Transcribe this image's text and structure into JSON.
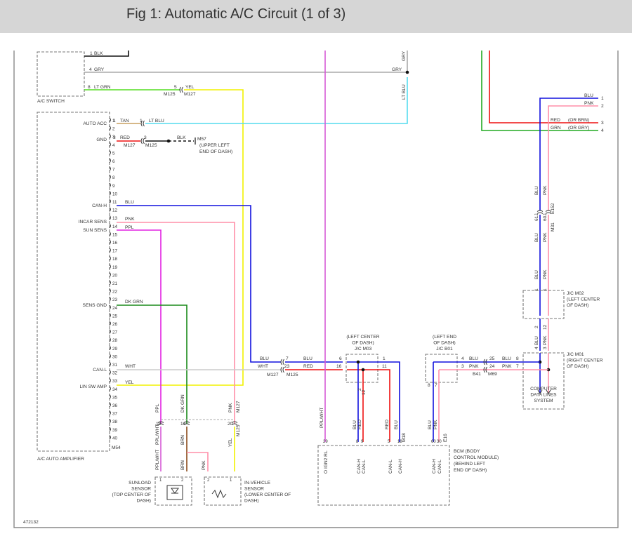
{
  "header": {
    "title": "Fig 1: Automatic A/C Circuit (1 of 3)"
  },
  "figure_id": "472132",
  "colors": {
    "BLK": "#111111",
    "GRY": "#aaaaaa",
    "LT GRN": "#55dd22",
    "YEL": "#f2f200",
    "LT BLU": "#55dcee",
    "TAN": "#c8a060",
    "RED": "#ee1111",
    "BLU": "#1111dd",
    "PNK": "#ff8fa8",
    "PPL": "#e222e2",
    "DK GRN": "#1a8a1a",
    "WHT": "#cccccc",
    "BRN": "#8b4a1a",
    "GRN": "#22aa22",
    "PPL/WHT": "#d65ad6",
    "FRAME": "#888888"
  },
  "components": {
    "ac_switch": "A/C SWITCH",
    "ac_amp": "A/C AUTO AMPLIFIER",
    "amp_pins": [
      "AUTO ACC",
      "GND",
      "CAN-H",
      "INCAR SENS",
      "SUN SENS",
      "SENS GND",
      "CAN-L",
      "LIN SW AMP"
    ],
    "sunload": [
      "SUNLOAD",
      "SENSOR",
      "(TOP CENTER OF",
      "DASH)"
    ],
    "invehicle": [
      "IN-VEHICLE",
      "SENSOR",
      "(LOWER CENTER OF",
      "DASH)"
    ],
    "m57": [
      "M57",
      "(UPPER LEFT",
      "END OF DASH)"
    ],
    "jc_m03": [
      "(LEFT CENTER",
      "OF DASH)",
      "J/C M03"
    ],
    "jc_b01": [
      "(LEFT END",
      "OF DASH)",
      "J/C B01"
    ],
    "jc_m02": [
      "J/C M02",
      "(LEFT CENTER",
      "OF DASH)"
    ],
    "jc_m01": [
      "J/C M01",
      "(RIGHT CENTER",
      "OF DASH)"
    ],
    "cdls": [
      "COMPUTER",
      "DATA LINES",
      "SYSTEM"
    ],
    "bcm": [
      "BCM (BODY",
      "CONTROL MODULE)",
      "(BEHIND LEFT",
      "END OF DASH)"
    ],
    "bcm_pins": [
      "O IGN2 RL",
      "CAN-H",
      "CAN-L",
      "CAN-L",
      "CAN-H",
      "CAN-H",
      "CAN-L"
    ],
    "right_wires": [
      "(OR BRN)",
      "(OR GRY)"
    ]
  },
  "connectors": [
    "M125",
    "M127",
    "M54",
    "B41",
    "M69",
    "M18",
    "E16",
    "M31",
    "E152",
    "M125"
  ],
  "wire_colors": [
    "BLK",
    "GRY",
    "LT GRN",
    "YEL",
    "TAN",
    "LT BLU",
    "RED",
    "BLK",
    "BLU",
    "PNK",
    "PPL",
    "DK GRN",
    "WHT",
    "BRN",
    "GRN",
    "PPL/WHT"
  ]
}
